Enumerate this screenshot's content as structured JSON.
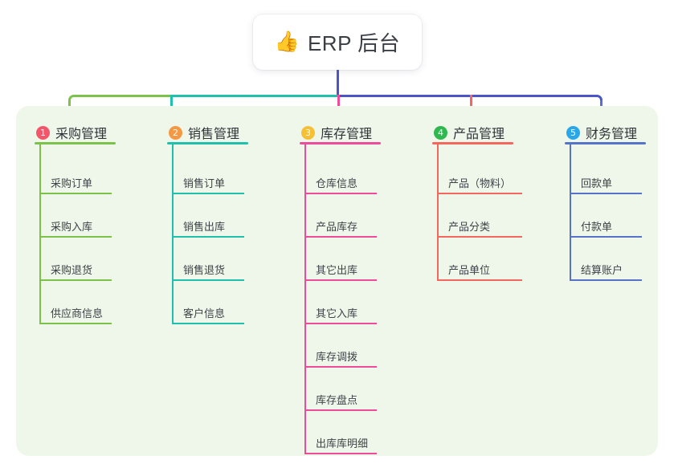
{
  "root": {
    "icon": "thumbs-up-emoji",
    "emoji": "👍",
    "title": "ERP 后台"
  },
  "palette": {
    "panel_bg": "#eff7ea",
    "card_bg": "#ffffff",
    "trunk": "#4a56c8",
    "text": "#3d4349",
    "title_text": "#2f343a"
  },
  "columns": [
    {
      "number": "1",
      "title": "采购管理",
      "badge_color": "#f2566a",
      "line_color": "#7cc24a",
      "items": [
        "采购订单",
        "采购入库",
        "采购退货",
        "供应商信息"
      ]
    },
    {
      "number": "2",
      "title": "销售管理",
      "badge_color": "#f59842",
      "line_color": "#1fc0ac",
      "items": [
        "销售订单",
        "销售出库",
        "销售退货",
        "客户信息"
      ]
    },
    {
      "number": "3",
      "title": "库存管理",
      "badge_color": "#f5c033",
      "line_color": "#ee4b9b",
      "items": [
        "仓库信息",
        "产品库存",
        "其它出库",
        "其它入库",
        "库存调拨",
        "库存盘点",
        "出库库明细"
      ]
    },
    {
      "number": "4",
      "title": "产品管理",
      "badge_color": "#2fb84f",
      "line_color": "#f4665e",
      "items": [
        "产品（物料）",
        "产品分类",
        "产品单位"
      ]
    },
    {
      "number": "5",
      "title": "财务管理",
      "badge_color": "#2aa7e8",
      "line_color": "#5573c9",
      "items": [
        "回款单",
        "付款单",
        "结算账户"
      ]
    }
  ],
  "bus": {
    "segments": [
      {
        "name": "green-segment",
        "color": "#7cc24a"
      },
      {
        "name": "teal-segment",
        "color": "#1fc0ac"
      },
      {
        "name": "indigo-segment",
        "color": "#4a56c8"
      }
    ],
    "stub_colors": [
      "#7cc24a",
      "#1fc0ac",
      "#ee4b9b",
      "#f4665e",
      "#5573c9"
    ]
  }
}
